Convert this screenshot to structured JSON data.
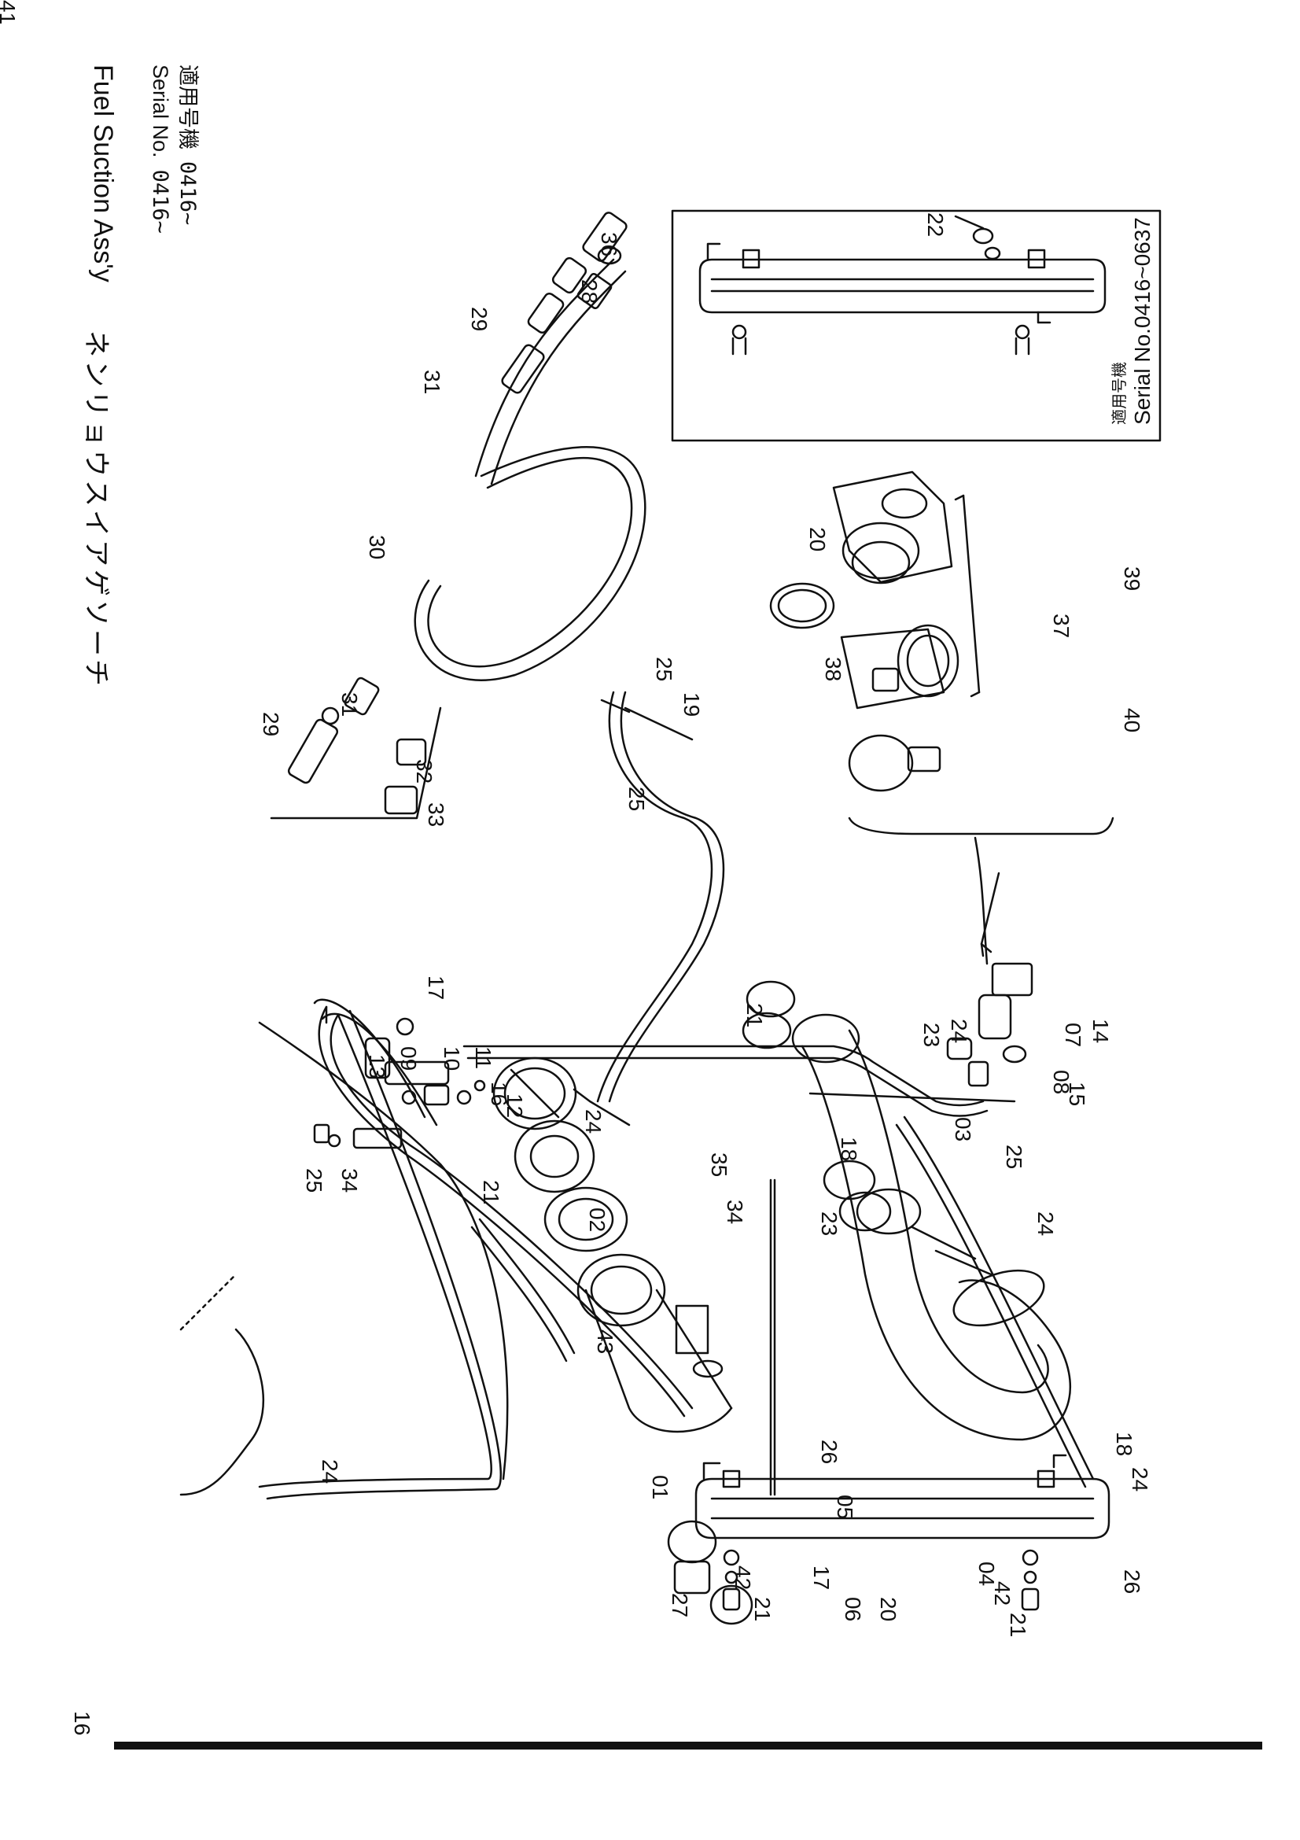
{
  "header": {
    "title_jp": "ネンリョウスイアゲソーチ",
    "title_en": "Fuel Suction Ass'y",
    "serial_jp_label": "適用号機",
    "serial_en_label": "Serial No.",
    "serial_jp_value": "0416~",
    "serial_en_value": "0416~"
  },
  "inset": {
    "jp_label": "適用号機",
    "serial_text": "Serial No.0416~0637",
    "callouts": [
      "22"
    ]
  },
  "page_number": "16",
  "callouts": [
    "36",
    "28",
    "29",
    "31",
    "30",
    "29",
    "31",
    "32",
    "33",
    "25",
    "19",
    "25",
    "17",
    "09",
    "10",
    "11",
    "16",
    "12",
    "13",
    "25",
    "34",
    "21",
    "24",
    "02",
    "43",
    "01",
    "27",
    "35",
    "34",
    "21",
    "23",
    "23",
    "24",
    "08",
    "07",
    "14",
    "15",
    "25",
    "18",
    "03",
    "24",
    "18",
    "24",
    "26",
    "05",
    "06",
    "26",
    "24",
    "17",
    "42",
    "21",
    "20",
    "04",
    "42",
    "21",
    "20",
    "39",
    "38",
    "37",
    "40",
    "41"
  ],
  "colors": {
    "ink": "#111111",
    "paper": "#ffffff"
  }
}
